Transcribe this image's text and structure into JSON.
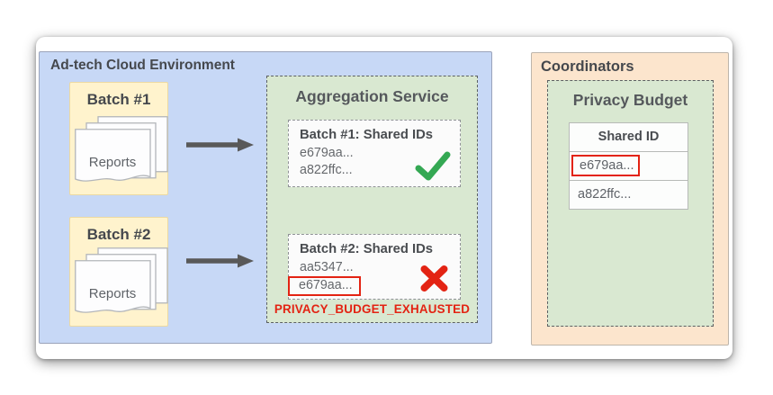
{
  "diagram": {
    "adtech": {
      "title": "Ad-tech Cloud Environment",
      "batches": [
        {
          "label": "Batch #1",
          "doc_label": "Reports"
        },
        {
          "label": "Batch #2",
          "doc_label": "Reports"
        }
      ],
      "aggregation": {
        "title": "Aggregation Service",
        "results": [
          {
            "title": "Batch #1: Shared IDs",
            "id_1": "e679aa...",
            "id_2": "a822ffc...",
            "status": "accepted",
            "status_icon": "check-icon"
          },
          {
            "title": "Batch #2: Shared IDs",
            "id_1": "aa5347...",
            "id_2": "e679aa...",
            "status": "rejected",
            "status_icon": "x-icon",
            "flagged_id": "e679aa..."
          }
        ],
        "error_label": "PRIVACY_BUDGET_EXHAUSTED"
      }
    },
    "coordinators": {
      "title": "Coordinators",
      "privacy_budget": {
        "title": "Privacy Budget",
        "table": {
          "header": "Shared ID",
          "rows": [
            {
              "value": "e679aa...",
              "highlighted": true
            },
            {
              "value": "a822ffc...",
              "highlighted": false
            }
          ]
        }
      }
    },
    "colors": {
      "adtech_bg": "#c7d8f6",
      "batch_bg": "#fff3cd",
      "service_bg": "#d9e8d1",
      "coordinators_bg": "#fce5cd",
      "success_green": "#34a853",
      "error_red": "#e32313"
    }
  }
}
